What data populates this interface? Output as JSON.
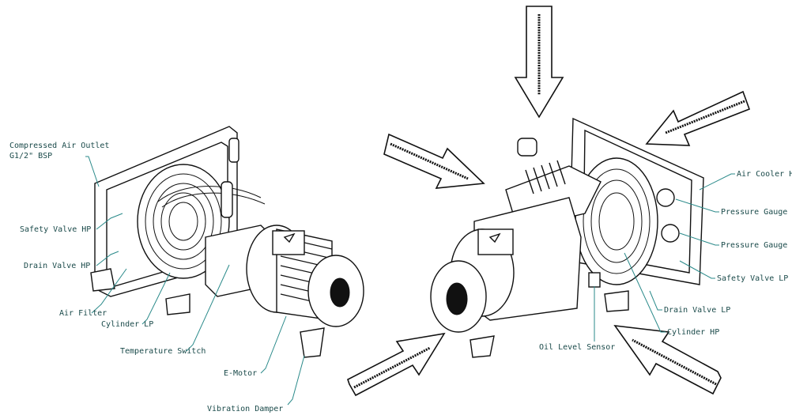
{
  "colors": {
    "leader": "#2a8a8a",
    "label": "#1a4a4a",
    "ink": "#111111"
  },
  "labels": {
    "compressed_air_outlet_line1": "Compressed Air Outlet",
    "compressed_air_outlet_line2": "G1/2\" BSP",
    "safety_valve_hp": "Safety Valve HP",
    "drain_valve_hp": "Drain Valve HP",
    "air_filter": "Air Filter",
    "cylinder_lp": "Cylinder LP",
    "temperature_switch": "Temperature Switch",
    "e_motor": "E-Motor",
    "vibration_damper": "Vibration Damper",
    "air_cooler_hp": "Air Cooler HP",
    "pressure_gauge_hp": "Pressure Gauge HP",
    "pressure_gauge_lp": "Pressure Gauge LP",
    "safety_valve_lp": "Safety Valve LP",
    "drain_valve_lp": "Drain Valve LP",
    "cylinder_hp": "Cylinder HP",
    "oil_level_sensor": "Oil Level Sensor"
  },
  "icons": [
    "airflow-arrow-icon"
  ]
}
